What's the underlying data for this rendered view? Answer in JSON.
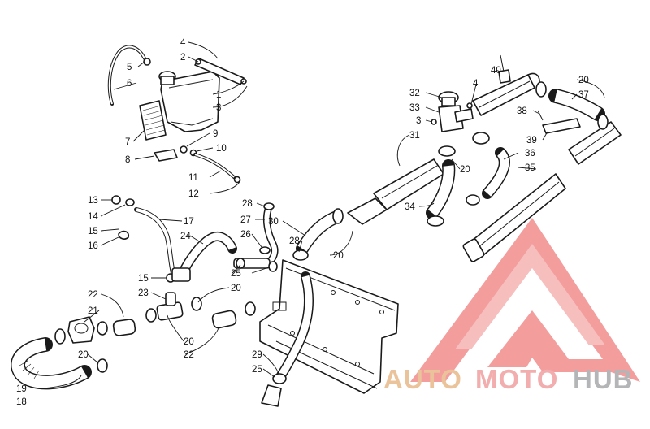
{
  "diagram": {
    "callouts": [
      {
        "id": "c4a",
        "text": "4"
      },
      {
        "id": "c2",
        "text": "2"
      },
      {
        "id": "c5",
        "text": "5"
      },
      {
        "id": "c6",
        "text": "6"
      },
      {
        "id": "c1",
        "text": "1"
      },
      {
        "id": "c3a",
        "text": "3"
      },
      {
        "id": "c7",
        "text": "7"
      },
      {
        "id": "c8",
        "text": "8"
      },
      {
        "id": "c9",
        "text": "9"
      },
      {
        "id": "c10",
        "text": "10"
      },
      {
        "id": "c11",
        "text": "11"
      },
      {
        "id": "c12",
        "text": "12"
      },
      {
        "id": "c13",
        "text": "13"
      },
      {
        "id": "c14",
        "text": "14"
      },
      {
        "id": "c15a",
        "text": "15"
      },
      {
        "id": "c16",
        "text": "16"
      },
      {
        "id": "c17",
        "text": "17"
      },
      {
        "id": "c24",
        "text": "24"
      },
      {
        "id": "c28a",
        "text": "28"
      },
      {
        "id": "c27",
        "text": "27"
      },
      {
        "id": "c26",
        "text": "26"
      },
      {
        "id": "c30",
        "text": "30"
      },
      {
        "id": "c28b",
        "text": "28"
      },
      {
        "id": "c25a",
        "text": "25"
      },
      {
        "id": "c15b",
        "text": "15"
      },
      {
        "id": "c23",
        "text": "23"
      },
      {
        "id": "c22a",
        "text": "22"
      },
      {
        "id": "c21",
        "text": "21"
      },
      {
        "id": "c20a",
        "text": "20"
      },
      {
        "id": "c20b",
        "text": "20"
      },
      {
        "id": "c22b",
        "text": "22"
      },
      {
        "id": "c20c",
        "text": "20"
      },
      {
        "id": "c20d",
        "text": "20"
      },
      {
        "id": "c19",
        "text": "19"
      },
      {
        "id": "c18",
        "text": "18"
      },
      {
        "id": "c29",
        "text": "29"
      },
      {
        "id": "c25b",
        "text": "25"
      },
      {
        "id": "c32",
        "text": "32"
      },
      {
        "id": "c4b",
        "text": "4"
      },
      {
        "id": "c33",
        "text": "33"
      },
      {
        "id": "c3b",
        "text": "3"
      },
      {
        "id": "c31",
        "text": "31"
      },
      {
        "id": "c34",
        "text": "34"
      },
      {
        "id": "c20e",
        "text": "20"
      },
      {
        "id": "c40",
        "text": "40"
      },
      {
        "id": "c20f",
        "text": "20"
      },
      {
        "id": "c37",
        "text": "37"
      },
      {
        "id": "c38",
        "text": "38"
      },
      {
        "id": "c39",
        "text": "39"
      },
      {
        "id": "c36",
        "text": "36"
      },
      {
        "id": "c35",
        "text": "35"
      }
    ]
  },
  "watermark": {
    "word1": "AUTO",
    "word2": "MOTO",
    "word3": "HUB",
    "color_auto": "#e8b98a",
    "color_moto": "#f0a0a0",
    "color_hub": "#a7a9ab",
    "color_triangle": "#f28c8c"
  }
}
